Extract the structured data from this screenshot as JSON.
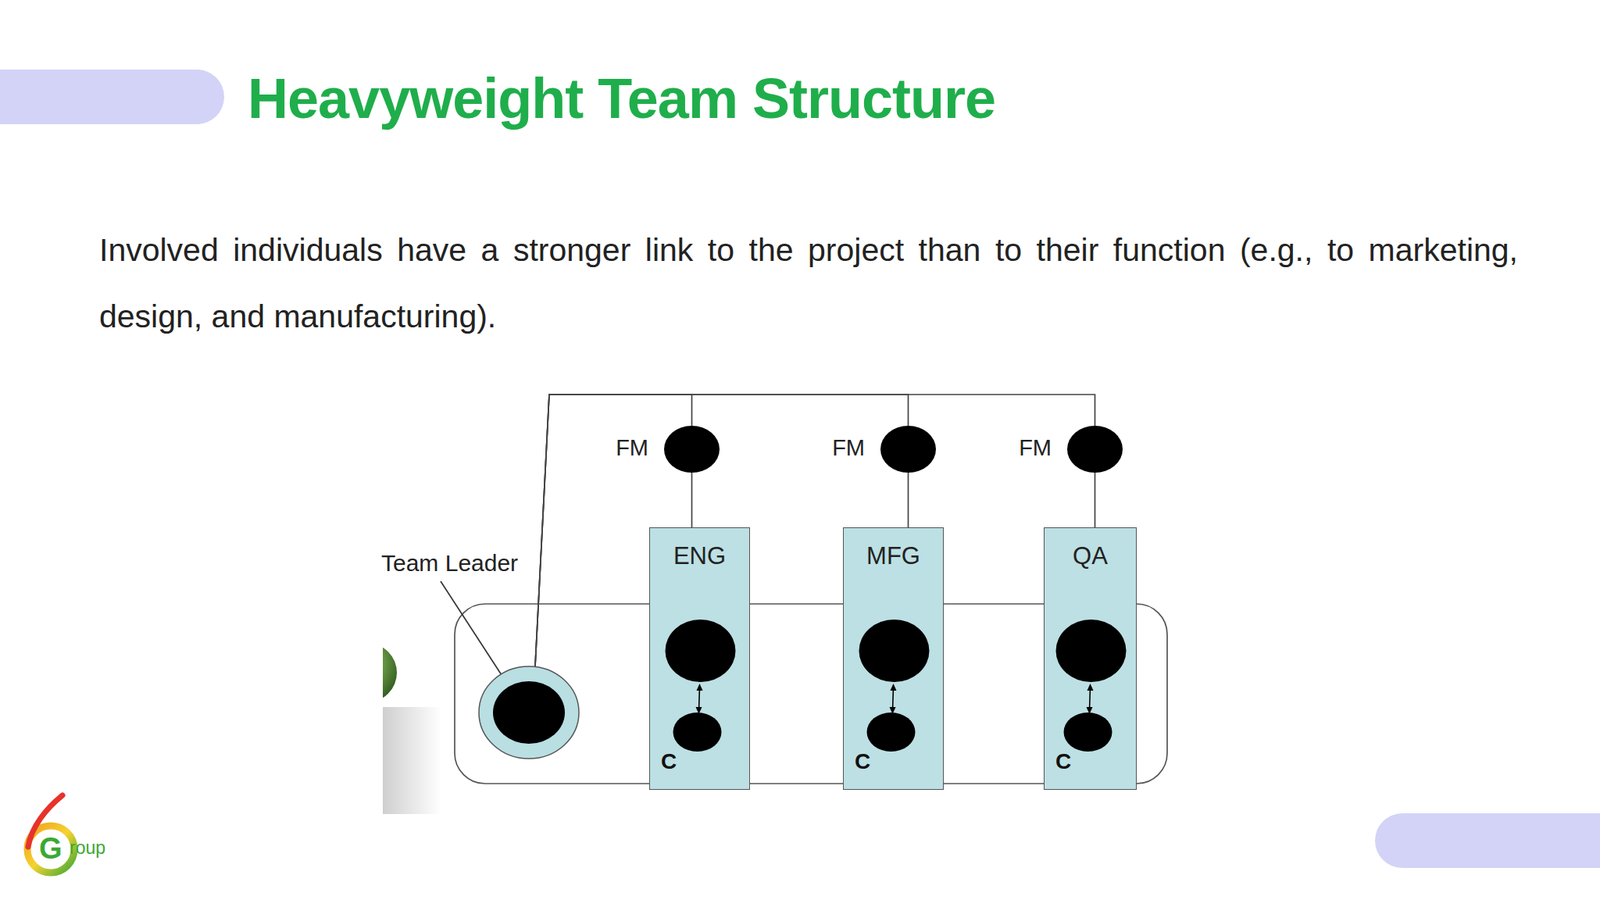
{
  "diagram": {
    "title": "Heavyweight Team Structure",
    "caption": "Involved individuals have a stronger link to the project than to their function (e.g., to marketing, design, and manufacturing).",
    "nodes": [
      {
        "text": [
          "FM"
        ]
      },
      {
        "text": [
          "FM"
        ]
      },
      {
        "text": [
          "FM"
        ]
      },
      {
        "text": [
          "Team Leader"
        ]
      },
      {
        "text": [
          "ENG",
          "C"
        ]
      },
      {
        "text": [
          "MFG",
          "C"
        ]
      },
      {
        "text": [
          "QA",
          "C"
        ]
      }
    ],
    "edges": [
      {
        "from": 3,
        "to": 0,
        "arrow": "none"
      },
      {
        "from": 3,
        "to": 1,
        "arrow": "none"
      },
      {
        "from": 3,
        "to": 2,
        "arrow": "none"
      },
      {
        "from": 0,
        "to": 4,
        "arrow": "none"
      },
      {
        "from": 1,
        "to": 5,
        "arrow": "none"
      },
      {
        "from": 2,
        "to": 6,
        "arrow": "none"
      }
    ],
    "labels": [
      "G",
      "roup"
    ]
  }
}
